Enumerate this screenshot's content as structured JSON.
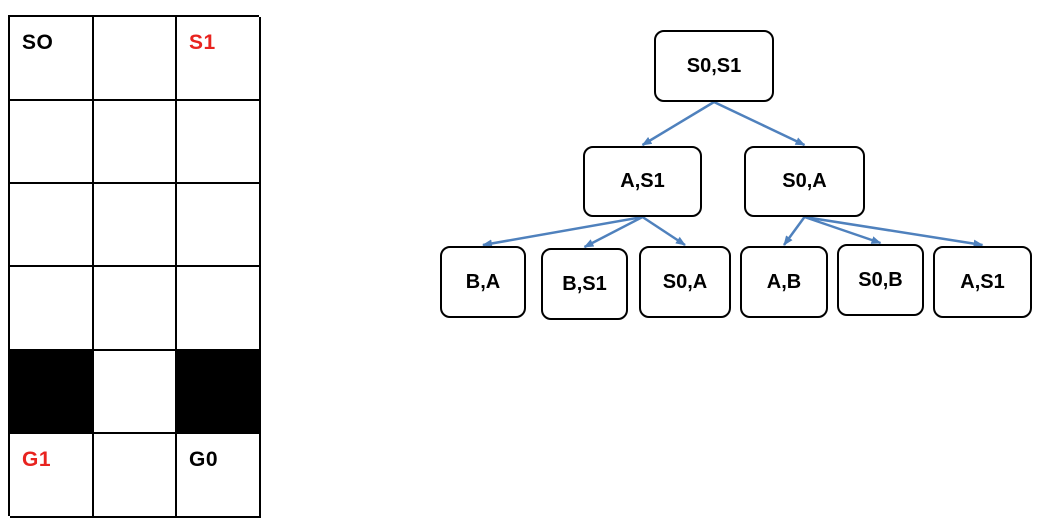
{
  "grid": {
    "rows": [
      [
        {
          "label": "SO",
          "color": "#000000",
          "blocked": false
        },
        {
          "label": "",
          "blocked": false
        },
        {
          "label": "S1",
          "color": "#e8231f",
          "blocked": false
        }
      ],
      [
        {
          "label": "",
          "blocked": false
        },
        {
          "label": "",
          "blocked": false
        },
        {
          "label": "",
          "blocked": false
        }
      ],
      [
        {
          "label": "",
          "blocked": false
        },
        {
          "label": "",
          "blocked": false
        },
        {
          "label": "",
          "blocked": false
        }
      ],
      [
        {
          "label": "",
          "blocked": false
        },
        {
          "label": "",
          "blocked": false
        },
        {
          "label": "",
          "blocked": false
        }
      ],
      [
        {
          "label": "",
          "blocked": true
        },
        {
          "label": "",
          "blocked": false
        },
        {
          "label": "",
          "blocked": true
        }
      ],
      [
        {
          "label": "G1",
          "color": "#e8231f",
          "blocked": false
        },
        {
          "label": "",
          "blocked": false
        },
        {
          "label": "G0",
          "color": "#000000",
          "blocked": false
        }
      ]
    ]
  },
  "tree": {
    "edge_color": "#4f81bd",
    "root": {
      "label": "S0,S1"
    },
    "level1": [
      {
        "label": "A,S1"
      },
      {
        "label": "S0,A"
      }
    ],
    "level2": [
      {
        "label": "B,A",
        "parent": 0
      },
      {
        "label": "B,S1",
        "parent": 0
      },
      {
        "label": "S0,A",
        "parent": 0
      },
      {
        "label": "A,B",
        "parent": 1
      },
      {
        "label": "S0,B",
        "parent": 1
      },
      {
        "label": "A,S1",
        "parent": 1
      }
    ]
  }
}
